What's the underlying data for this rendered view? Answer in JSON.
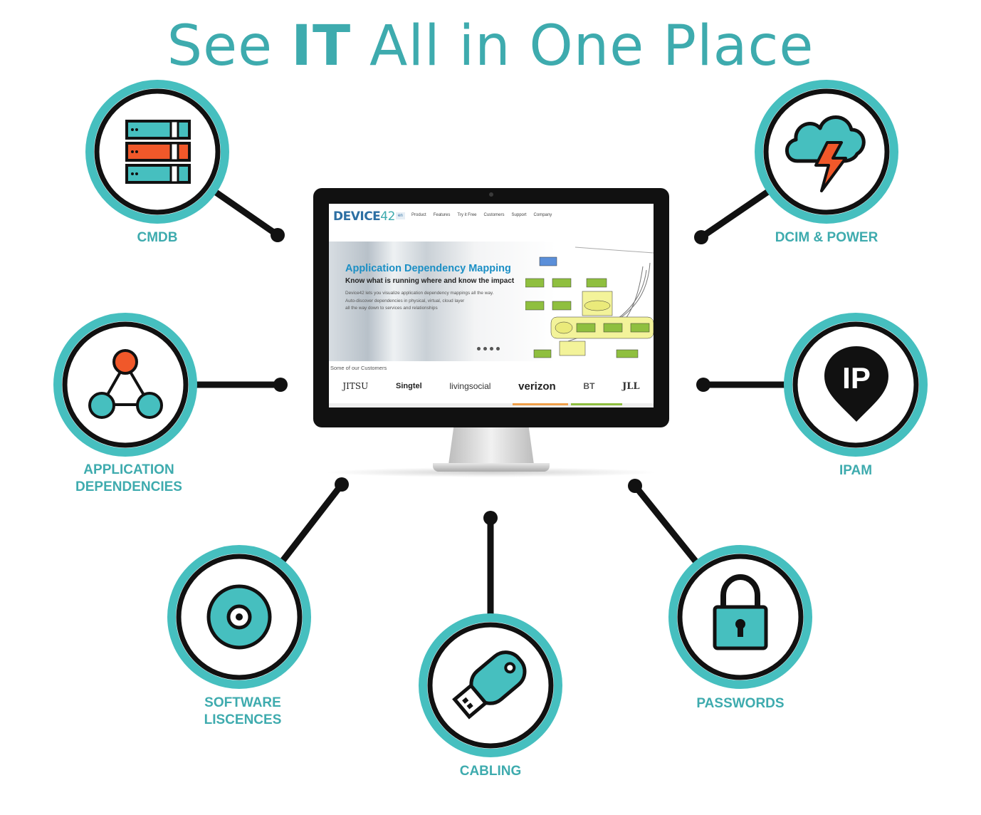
{
  "title": {
    "prefix": "See ",
    "bold": "IT",
    "suffix": " All in One Place"
  },
  "colors": {
    "teal": "#46bfbf",
    "dark": "#111111",
    "orange": "#f0582a",
    "title": "#3eabae"
  },
  "nodes": [
    {
      "id": "cmdb",
      "icon": "server-rack-icon",
      "label_lines": [
        "CMDB"
      ]
    },
    {
      "id": "dcim",
      "icon": "cloud-lightning-icon",
      "label_lines": [
        "DCIM & POWER"
      ]
    },
    {
      "id": "appdeps",
      "icon": "network-triangle-icon",
      "label_lines": [
        "APPLICATION",
        "DEPENDENCIES"
      ]
    },
    {
      "id": "ipam",
      "icon": "ip-location-pin-icon",
      "label_lines": [
        "IPAM"
      ]
    },
    {
      "id": "software",
      "icon": "disc-icon",
      "label_lines": [
        "SOFTWARE",
        "LISCENCES"
      ]
    },
    {
      "id": "cabling",
      "icon": "usb-drive-icon",
      "label_lines": [
        "CABLING"
      ]
    },
    {
      "id": "passwords",
      "icon": "padlock-icon",
      "label_lines": [
        "PASSWORDS"
      ]
    }
  ],
  "ip_icon_text": "IP",
  "website": {
    "logo_main": "DEVICE",
    "logo_num": "42",
    "lang": "en",
    "nav": [
      "Product",
      "Features",
      "Try it Free",
      "Customers",
      "Support",
      "Company"
    ],
    "hero_title": "Application Dependency Mapping",
    "hero_subtitle": "Know what is running where and know the impact",
    "hero_lines": [
      "Device42 lets you visualize application dependency mappings all the way.",
      "Auto-discover dependencies in physical, virtual, cloud layer",
      "all the way down to services and relationships"
    ],
    "customers_label": "Some of our Customers",
    "customers": [
      "JITSU",
      "Singtel",
      "livingsocial",
      "verizon",
      "BT",
      "JLL"
    ]
  }
}
